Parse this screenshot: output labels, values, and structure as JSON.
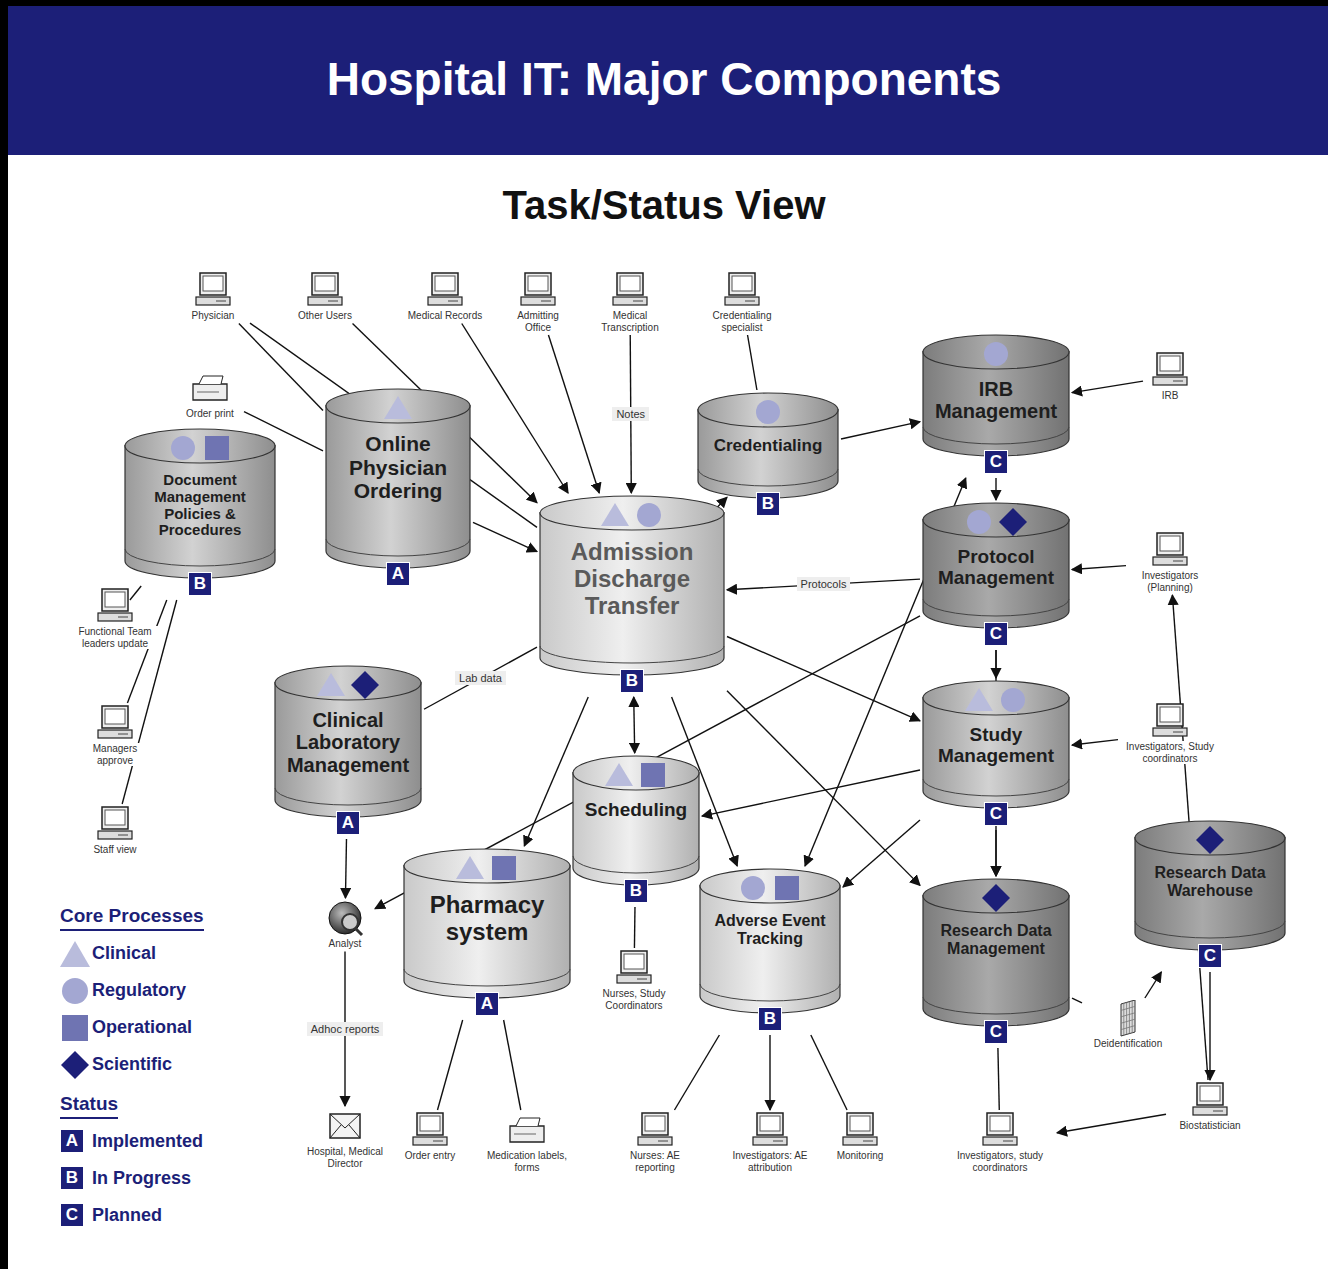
{
  "diagram": {
    "title": "Hospital IT: Major Components",
    "nodes": [
      {
        "text": [
          "Physician"
        ]
      },
      {
        "text": [
          "Other Users"
        ]
      },
      {
        "text": [
          "Medical Records"
        ]
      },
      {
        "text": [
          "Admitting Office"
        ]
      },
      {
        "text": [
          "Medical Transcription"
        ]
      },
      {
        "text": [
          "Credentialing specialist"
        ]
      },
      {
        "text": [
          "Order print"
        ]
      },
      {
        "text": [
          "Document Management Policies & Procedures",
          "B"
        ]
      },
      {
        "text": [
          "Online Physician Ordering",
          "A"
        ]
      },
      {
        "text": [
          "Credentialing",
          "B"
        ]
      },
      {
        "text": [
          "IRB Management",
          "C"
        ]
      },
      {
        "text": [
          "IRB"
        ]
      },
      {
        "text": [
          "Admission Discharge Transfer",
          "B"
        ]
      },
      {
        "text": [
          "Protocol Management",
          "C"
        ]
      },
      {
        "text": [
          "Investigators (Planning)"
        ]
      },
      {
        "text": [
          "Functional Team leaders update"
        ]
      },
      {
        "text": [
          "Managers approve"
        ]
      },
      {
        "text": [
          "Staff view"
        ]
      },
      {
        "text": [
          "Clinical Laboratory Management",
          "A"
        ]
      },
      {
        "text": [
          "Scheduling",
          "B"
        ]
      },
      {
        "text": [
          "Study Management",
          "C"
        ]
      },
      {
        "text": [
          "Investigators, Study coordinators"
        ]
      },
      {
        "text": [
          "Research Data Warehouse",
          "C"
        ]
      },
      {
        "text": [
          "Analyst"
        ]
      },
      {
        "text": [
          "Pharmacy system",
          "A"
        ]
      },
      {
        "text": [
          "Adverse Event Tracking",
          "B"
        ]
      },
      {
        "text": [
          "Research Data Management",
          "C"
        ]
      },
      {
        "text": [
          "Nurses, Study Coordinators"
        ]
      },
      {
        "text": [
          "Hospital, Medical Director"
        ]
      },
      {
        "text": [
          "Order entry"
        ]
      },
      {
        "text": [
          "Medication labels, forms"
        ]
      },
      {
        "text": [
          "Nurses: AE reporting"
        ]
      },
      {
        "text": [
          "Investigators: AE attribution"
        ]
      },
      {
        "text": [
          "Monitoring"
        ]
      },
      {
        "text": [
          "Investigators, study coordinators"
        ]
      },
      {
        "text": [
          "Deidentification"
        ]
      },
      {
        "text": [
          "Biostatistician"
        ]
      }
    ],
    "edges": [
      {
        "from": 0,
        "to": 12,
        "arrow": "none"
      },
      {
        "from": 0,
        "to": 8,
        "arrow": "none"
      },
      {
        "from": 6,
        "to": 8,
        "arrow": "none"
      },
      {
        "from": 1,
        "to": 12,
        "arrow": "to"
      },
      {
        "from": 2,
        "to": 12,
        "arrow": "to"
      },
      {
        "from": 3,
        "to": 12,
        "arrow": "to"
      },
      {
        "from": 4,
        "to": 12,
        "arrow": "to",
        "label": "Notes"
      },
      {
        "from": 5,
        "to": 9,
        "arrow": "none"
      },
      {
        "from": 9,
        "to": 12,
        "arrow": "to"
      },
      {
        "from": 8,
        "to": 12,
        "arrow": "to"
      },
      {
        "from": 9,
        "to": 10,
        "arrow": "to"
      },
      {
        "from": 11,
        "to": 10,
        "arrow": "to"
      },
      {
        "from": 10,
        "to": 13,
        "arrow": "to"
      },
      {
        "from": 13,
        "to": 12,
        "arrow": "to",
        "label": "Protocols"
      },
      {
        "from": 14,
        "to": 13,
        "arrow": "to"
      },
      {
        "from": 13,
        "to": 20,
        "arrow": "to"
      },
      {
        "from": 13,
        "to": 26,
        "arrow": "to"
      },
      {
        "from": 13,
        "to": 23,
        "arrow": "to"
      },
      {
        "from": 18,
        "to": 12,
        "arrow": "none",
        "label": "Lab data"
      },
      {
        "from": 18,
        "to": 23,
        "arrow": "to"
      },
      {
        "from": 23,
        "to": 28,
        "arrow": "to",
        "label": "Adhoc reports"
      },
      {
        "from": 12,
        "to": 19,
        "arrow": "both"
      },
      {
        "from": 12,
        "to": 24,
        "arrow": "to"
      },
      {
        "from": 12,
        "to": 25,
        "arrow": "to"
      },
      {
        "from": 12,
        "to": 20,
        "arrow": "to"
      },
      {
        "from": 12,
        "to": 26,
        "arrow": "to"
      },
      {
        "from": 25,
        "to": 10,
        "arrow": "both"
      },
      {
        "from": 20,
        "to": 19,
        "arrow": "to"
      },
      {
        "from": 20,
        "to": 25,
        "arrow": "to"
      },
      {
        "from": 20,
        "to": 26,
        "arrow": "to"
      },
      {
        "from": 21,
        "to": 20,
        "arrow": "to"
      },
      {
        "from": 7,
        "to": 15,
        "arrow": "none"
      },
      {
        "from": 7,
        "to": 16,
        "arrow": "none"
      },
      {
        "from": 7,
        "to": 17,
        "arrow": "none"
      },
      {
        "from": 19,
        "to": 27,
        "arrow": "none"
      },
      {
        "from": 24,
        "to": 29,
        "arrow": "none"
      },
      {
        "from": 24,
        "to": 30,
        "arrow": "none"
      },
      {
        "from": 25,
        "to": 31,
        "arrow": "none"
      },
      {
        "from": 25,
        "to": 32,
        "arrow": "to"
      },
      {
        "from": 25,
        "to": 33,
        "arrow": "none"
      },
      {
        "from": 26,
        "to": 34,
        "arrow": "none"
      },
      {
        "from": 26,
        "to": 35,
        "arrow": "none"
      },
      {
        "from": 35,
        "to": 22,
        "arrow": "to"
      },
      {
        "from": 22,
        "to": 36,
        "arrow": "to"
      },
      {
        "from": 36,
        "to": 34,
        "arrow": "to"
      },
      {
        "from": 36,
        "to": 14,
        "arrow": "to"
      }
    ],
    "labels": [
      "Task/Status View",
      "Core Processes",
      "Status",
      "A",
      "B",
      "C"
    ],
    "legend": [
      {
        "text": "Clinical",
        "color": "#b9bcdc"
      },
      {
        "text": "Regulatory",
        "color": "#a3a7d2"
      },
      {
        "text": "Operational",
        "color": "#6f74b2"
      },
      {
        "text": "Scientific",
        "color": "#1c1f78"
      },
      {
        "text": "Implemented",
        "color": "#1c1f78"
      },
      {
        "text": "In Progress",
        "color": "#1c1f78"
      },
      {
        "text": "Planned",
        "color": "#1c1f78"
      }
    ]
  }
}
